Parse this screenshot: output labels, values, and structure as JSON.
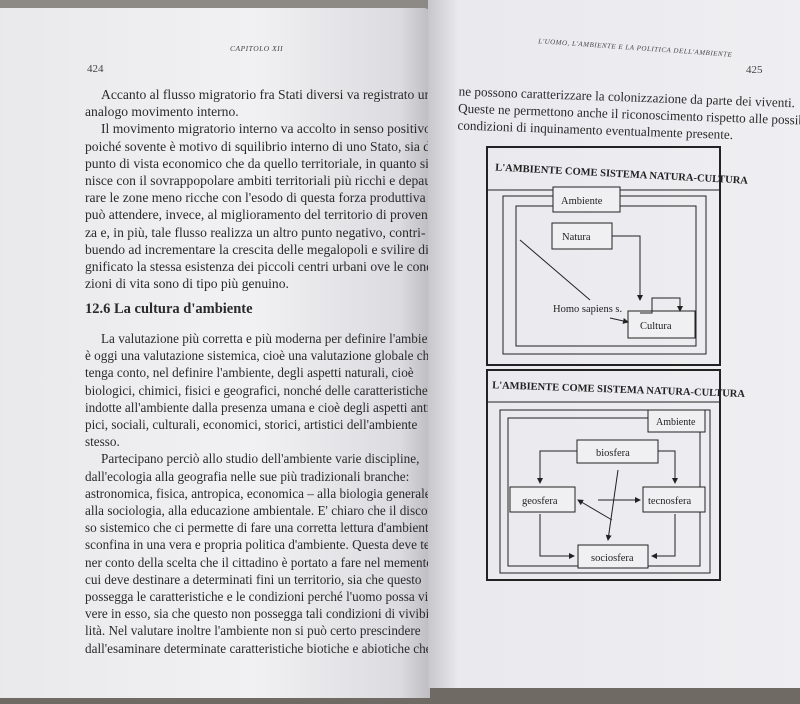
{
  "left_page": {
    "running_head": "CAPITOLO XII",
    "page_number": "424",
    "para1": [
      "Accanto al flusso migratorio fra Stati diversi va registrato un",
      "analogo movimento interno."
    ],
    "para2": [
      "Il movimento migratorio interno va accolto in senso positivo",
      "poiché sovente è motivo di squilibrio interno di uno Stato, sia dal",
      "punto di vista economico che da quello territoriale, in quanto si fi-",
      "nisce con il sovrappopolare ambiti territoriali più ricchi e depaupe-",
      "rare le zone meno ricche con l'esodo di questa forza produttiva che",
      "può attendere, invece, al miglioramento del territorio di provenien-",
      "za e, in più, tale flusso realizza un altro punto negativo, contri-",
      "buendo ad incrementare la crescita delle megalopoli e svilire di si-",
      "gnificato la stessa esistenza dei piccoli centri urbani ove le condi-",
      "zioni di vita sono di tipo più genuino."
    ],
    "section_heading": "12.6 La cultura d'ambiente",
    "para3": [
      "La valutazione più corretta e più moderna per definire l'ambiente",
      "è oggi una valutazione sistemica, cioè una valutazione globale che",
      "tenga conto, nel definire l'ambiente, degli aspetti naturali, cioè",
      "biologici, chimici, fisici e geografici, nonché delle caratteristiche",
      "indotte all'ambiente dalla presenza umana e cioè degli aspetti antro-",
      "pici, sociali, culturali, economici, storici, artistici dell'ambiente",
      "stesso."
    ],
    "para4": [
      "Partecipano perciò allo studio dell'ambiente varie discipline,",
      "dall'ecologia alla geografia nelle sue più tradizionali branche:",
      "astronomica, fisica, antropica, economica – alla biologia generale,",
      "alla sociologia, alla educazione ambientale. E' chiaro che il discor-",
      "so sistemico che ci permette di fare una corretta lettura d'ambiente",
      "sconfina in una vera e propria politica d'ambiente. Questa deve te-",
      "ner conto della scelta che il cittadino è portato a fare nel memento in",
      "cui deve destinare a determinati fini un territorio, sia che questo",
      "possegga le caratteristiche e le condizioni perché l'uomo possa vi-",
      "vere in esso, sia che questo non possegga tali condizioni di vivibi-",
      "lità. Nel valutare inoltre l'ambiente non si può certo prescindere",
      "dall'esaminare determinate caratteristiche biotiche e abiotiche che"
    ]
  },
  "right_page": {
    "running_head": "L'UOMO, L'AMBIENTE E LA POLITICA DELL'AMBIENTE",
    "page_number": "425",
    "para1": [
      "ne possono caratterizzare la colonizzazione da parte dei viventi.",
      "Queste ne permettono anche il riconoscimento rispetto alle possibili",
      "condizioni di inquinamento eventualmente presente."
    ],
    "diagram1": {
      "title": "L'AMBIENTE COME SISTEMA NATURA-CULTURA",
      "nodes": [
        "Ambiente",
        "Natura",
        "Homo sapiens s.",
        "Cultura"
      ]
    },
    "diagram2": {
      "title": "L'AMBIENTE COME SISTEMA NATURA-CULTURA",
      "nodes": [
        "Ambiente",
        "biosfera",
        "geosfera",
        "tecnosfera",
        "sociosfera"
      ]
    }
  }
}
